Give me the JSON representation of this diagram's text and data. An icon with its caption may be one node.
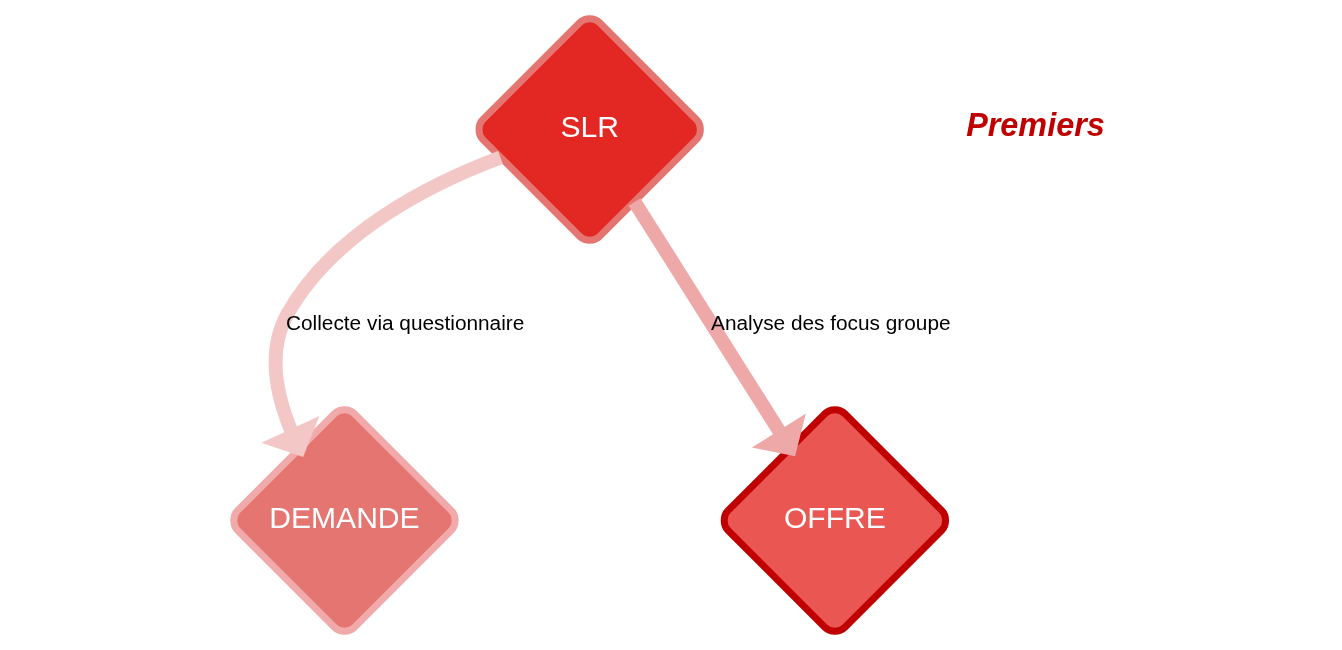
{
  "diagram": {
    "nodes": [
      {
        "text": [
          "SLR"
        ]
      },
      {
        "text": [
          "DEMANDE"
        ]
      },
      {
        "text": [
          "OFFRE"
        ]
      }
    ],
    "edges": [
      {
        "from": 0,
        "to": 1,
        "arrow": "to",
        "label": "Collecte via questionnaire",
        "color": "#f4c7c7"
      },
      {
        "from": 0,
        "to": 2,
        "arrow": "to",
        "label": "Analyse des focus groupe",
        "color": "#eea8a8"
      }
    ],
    "labels": [
      "Premiers"
    ]
  }
}
